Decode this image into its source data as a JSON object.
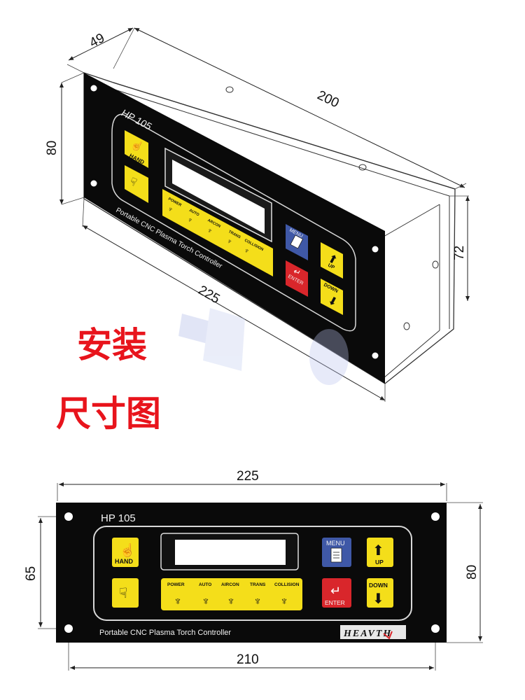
{
  "title_cn": {
    "line1": "安装",
    "line2": "尺寸图"
  },
  "top_view": {
    "dim_depth": "49",
    "dim_length": "200",
    "dim_height": "80",
    "dim_box_height": "72",
    "dim_width": "225",
    "model": "HP 105",
    "subtitle": "Portable CNC Plasma Torch Controller"
  },
  "front_view": {
    "dim_width": "225",
    "dim_height_left": "65",
    "dim_height_right": "80",
    "dim_hole_spacing": "210",
    "model": "HP 105",
    "subtitle": "Portable CNC Plasma Torch Controller",
    "brand": "HEAVTH"
  },
  "buttons": {
    "hand": "HAND",
    "menu": "MENU",
    "enter": "ENTER",
    "up": "UP",
    "down": "DOWN"
  },
  "status_labels": [
    "POWER",
    "AUTO",
    "ARCON",
    "TRANS",
    "COLLISION"
  ],
  "front_status_labels": [
    "POWER",
    "AUTO",
    "AIRCON",
    "TRANS",
    "COLLISION"
  ],
  "colors": {
    "panel": "#0a0a0a",
    "button_yellow": "#f4de1a",
    "menu_blue": "#3f58a7",
    "enter_red": "#d9262b",
    "title_red": "#e8141c"
  }
}
